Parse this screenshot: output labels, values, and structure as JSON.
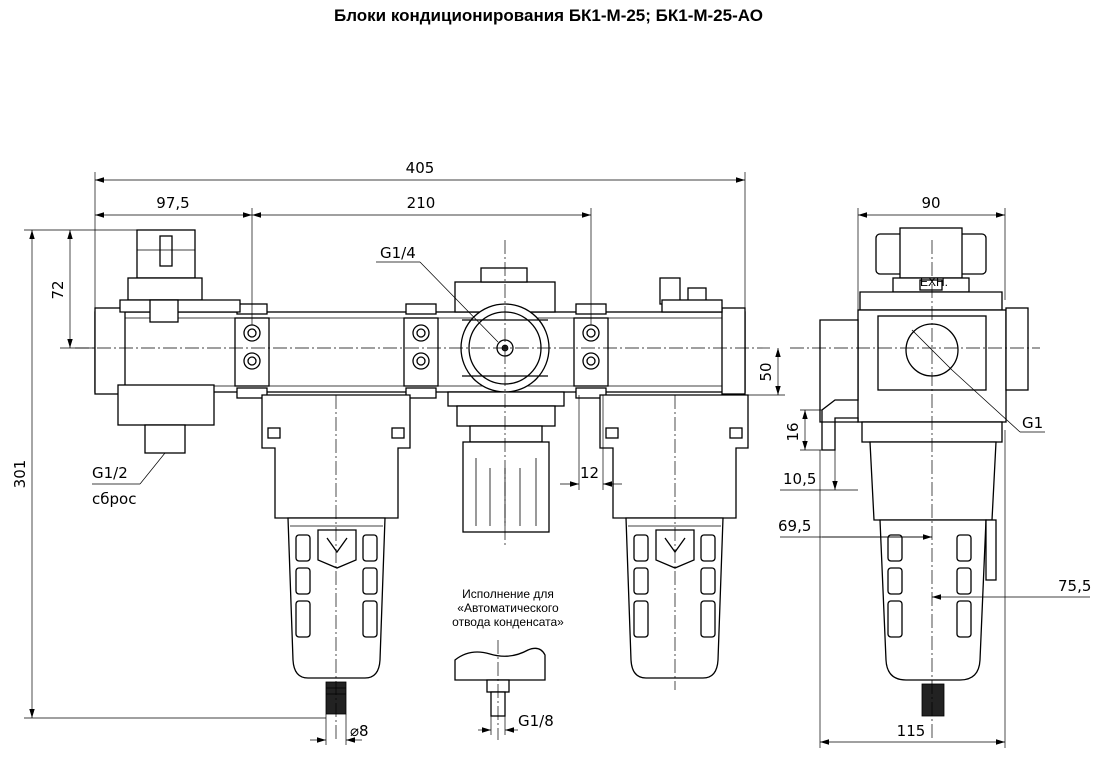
{
  "title": "Блоки кондиционирования БК1-М-25; БК1-М-25-АО",
  "dimensions": {
    "overall_width": "405",
    "left_offset": "97,5",
    "center_span": "210",
    "top_height": "72",
    "total_height": "301",
    "body_height": "50",
    "port_gauge": "G1/4",
    "drain_port": "G1/2",
    "drain_label": "сброс",
    "spacing": "12",
    "tube": "⌀8",
    "auto_drain_port": "G1/8",
    "side_width": "90",
    "side_port": "G1",
    "side_16": "16",
    "side_10_5": "10,5",
    "side_69_5": "69,5",
    "side_75_5": "75,5",
    "side_115": "115"
  },
  "note": {
    "line1": "Исполнение для",
    "line2": "«Автоматического",
    "line3": "отвода конденсата»"
  },
  "side_label": "EXH."
}
